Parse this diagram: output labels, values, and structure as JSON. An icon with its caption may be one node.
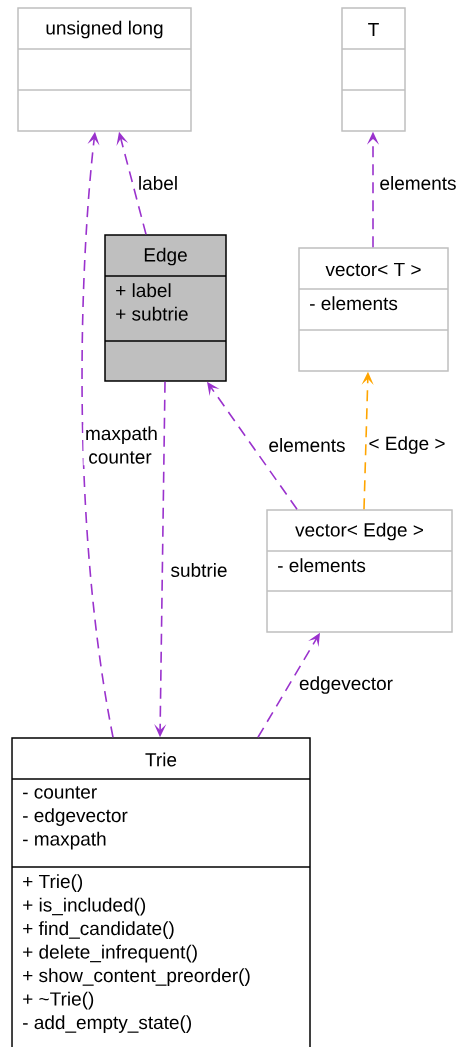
{
  "diagram": {
    "nodes": [
      {
        "text": [
          "unsigned long"
        ]
      },
      {
        "text": [
          "T"
        ]
      },
      {
        "text": [
          "Edge",
          "+ label",
          "+ subtrie"
        ]
      },
      {
        "text": [
          "vector< T >",
          "- elements"
        ]
      },
      {
        "text": [
          "vector< Edge >",
          "- elements"
        ]
      },
      {
        "text": [
          "Trie",
          "- counter",
          "- edgevector",
          "- maxpath",
          "+ Trie()",
          "+ is_included()",
          "+ find_candidate()",
          "+ delete_infrequent()",
          "+ show_content_preorder()",
          "+ ~Trie()",
          "- add_empty_state()"
        ]
      }
    ],
    "edges": [
      {
        "from": 5,
        "to": 0,
        "arrow": "to",
        "label": "maxpath counter",
        "style": "dashed"
      },
      {
        "from": 2,
        "to": 0,
        "arrow": "to",
        "label": "label",
        "style": "dashed"
      },
      {
        "from": 2,
        "to": 5,
        "arrow": "to",
        "label": "subtrie",
        "style": "dashed"
      },
      {
        "from": 4,
        "to": 2,
        "arrow": "to",
        "label": "elements",
        "style": "dashed"
      },
      {
        "from": 4,
        "to": 3,
        "arrow": "to",
        "label": "< Edge >",
        "style": "dashed",
        "color": "#ffa500"
      },
      {
        "from": 3,
        "to": 1,
        "arrow": "to",
        "label": "elements",
        "style": "dashed"
      },
      {
        "from": 5,
        "to": 4,
        "arrow": "to",
        "label": "edgevector",
        "style": "dashed"
      }
    ]
  }
}
